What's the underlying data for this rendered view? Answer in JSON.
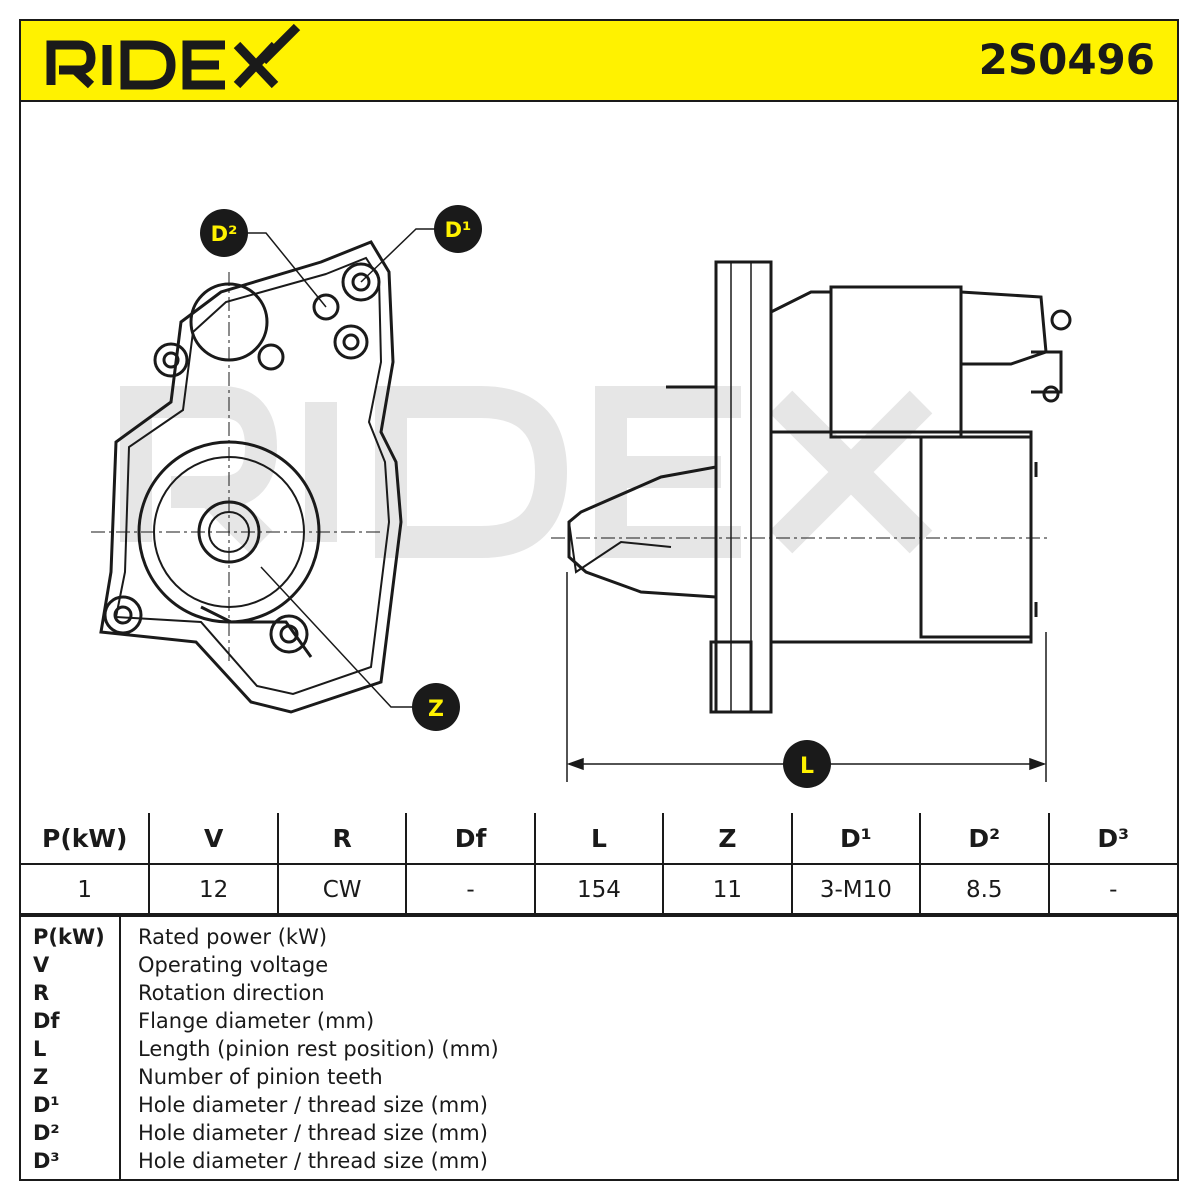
{
  "header": {
    "brand": "RIDEX",
    "part_number": "2S0496",
    "background_color": "#fff200"
  },
  "drawing": {
    "watermark": "RIDEX",
    "callouts": {
      "d2": "D²",
      "d1": "D¹",
      "z": "Z",
      "l": "L"
    }
  },
  "specs": {
    "headers": [
      "P(kW)",
      "V",
      "R",
      "Df",
      "L",
      "Z",
      "D¹",
      "D²",
      "D³"
    ],
    "values": [
      "1",
      "12",
      "CW",
      "-",
      "154",
      "11",
      "3-M10",
      "8.5",
      "-"
    ]
  },
  "legend": [
    {
      "key": "P(kW)",
      "desc": "Rated power (kW)"
    },
    {
      "key": "V",
      "desc": "Operating voltage"
    },
    {
      "key": "R",
      "desc": "Rotation direction"
    },
    {
      "key": "Df",
      "desc": "Flange diameter (mm)"
    },
    {
      "key": "L",
      "desc": "Length (pinion rest position) (mm)"
    },
    {
      "key": "Z",
      "desc": "Number of pinion teeth"
    },
    {
      "key": "D¹",
      "desc": "Hole diameter / thread size (mm)"
    },
    {
      "key": "D²",
      "desc": "Hole diameter / thread size (mm)"
    },
    {
      "key": "D³",
      "desc": "Hole diameter / thread size (mm)"
    }
  ]
}
